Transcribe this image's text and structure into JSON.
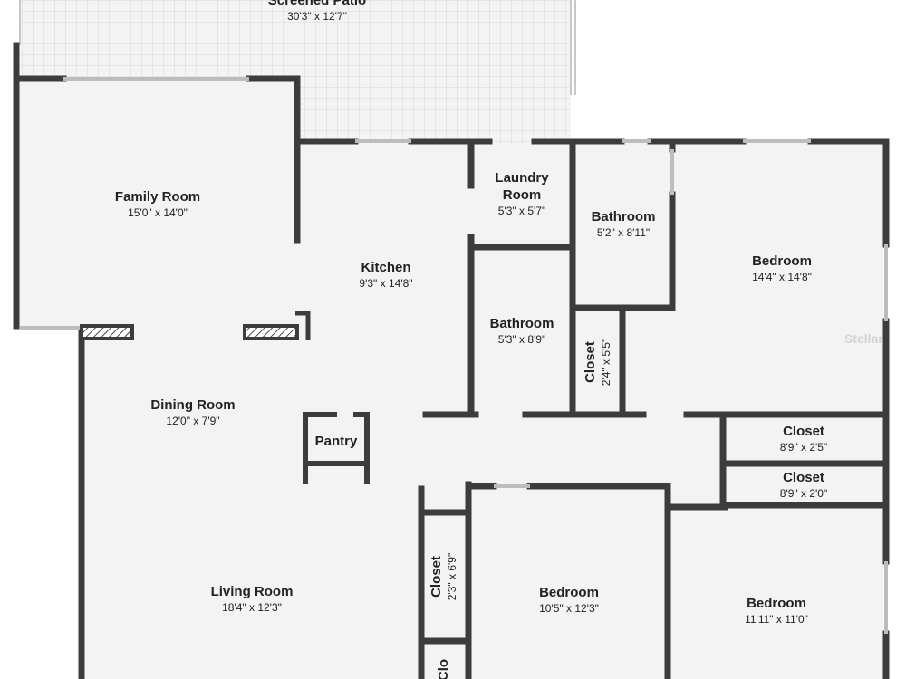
{
  "rooms": {
    "screened_patio": {
      "name": "Screened Patio",
      "dims": "30'3\" x 12'7\""
    },
    "family_room": {
      "name": "Family Room",
      "dims": "15'0\" x 14'0\""
    },
    "kitchen": {
      "name": "Kitchen",
      "dims": "9'3\" x 14'8\""
    },
    "laundry_room": {
      "name_line1": "Laundry",
      "name_line2": "Room",
      "dims": "5'3\" x 5'7\""
    },
    "bathroom_upper": {
      "name": "Bathroom",
      "dims": "5'2\" x 8'11\""
    },
    "bedroom_upper": {
      "name": "Bedroom",
      "dims": "14'4\" x 14'8\""
    },
    "bathroom_center": {
      "name": "Bathroom",
      "dims": "5'3\" x 8'9\""
    },
    "closet_small": {
      "name": "Closet",
      "dims": "2'4\" x 5'5\""
    },
    "dining_room": {
      "name": "Dining Room",
      "dims": "12'0\" x 7'9\""
    },
    "pantry": {
      "name": "Pantry"
    },
    "closet_right_1": {
      "name": "Closet",
      "dims": "8'9\" x 2'5\""
    },
    "closet_right_2": {
      "name": "Closet",
      "dims": "8'9\" x 2'0\""
    },
    "living_room": {
      "name": "Living Room",
      "dims": "18'4\" x 12'3\""
    },
    "closet_left": {
      "name": "Closet",
      "dims": "2'3\" x 6'9\""
    },
    "closet_cut": {
      "name": "Clo"
    },
    "bedroom_center": {
      "name": "Bedroom",
      "dims": "10'5\" x 12'3\""
    },
    "bedroom_right": {
      "name": "Bedroom",
      "dims": "11'11\" x 11'0\""
    }
  },
  "watermark": "Stellar"
}
